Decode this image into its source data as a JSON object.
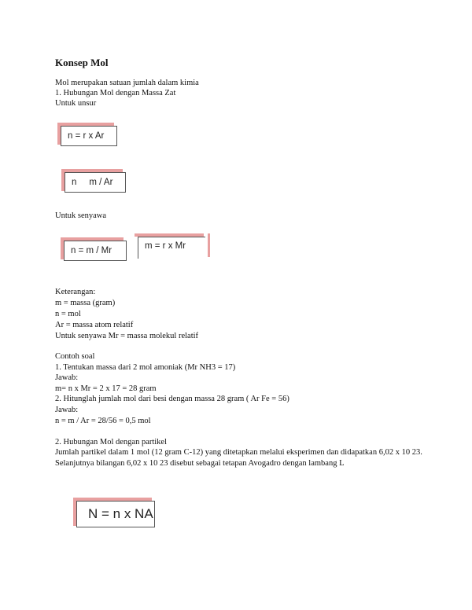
{
  "title": "Konsep Mol",
  "intro": "Mol merupakan satuan jumlah dalam kimia",
  "section1": {
    "heading": "1. Hubungan Mol dengan Massa Zat",
    "unsur_label": "Untuk unsur",
    "formula_unsur_1": "n = r x Ar",
    "formula_unsur_2": "n     m / Ar",
    "senyawa_label": "Untuk senyawa",
    "formula_senyawa_1": "n = m / Mr",
    "formula_senyawa_2": "m = r x Mr"
  },
  "keterangan": {
    "heading": "Keterangan:",
    "lines": [
      "m = massa (gram)",
      "n = mol",
      "Ar = massa atom relatif",
      "Untuk senyawa Mr = massa molekul relatif"
    ]
  },
  "contoh": {
    "heading": "Contoh soal",
    "lines": [
      "1. Tentukan massa dari 2 mol amoniak (Mr NH3 = 17)",
      "Jawab:",
      "m= n x Mr = 2 x 17 = 28 gram",
      "2. Hitunglah jumlah mol dari besi dengan massa 28 gram ( Ar Fe = 56)",
      "Jawab:",
      "n = m / Ar = 28/56 = 0,5 mol"
    ]
  },
  "section2": {
    "heading": "2. Hubungan Mol dengan partikel",
    "paragraph": "Jumlah partikel dalam 1 mol (12 gram C-12) yang ditetapkan melalui eksperimen dan didapatkan 6,02 x 10 23. Selanjutnya bilangan 6,02 x 10 23 disebut sebagai tetapan Avogadro dengan lambang L",
    "formula": "N = n x NA"
  }
}
